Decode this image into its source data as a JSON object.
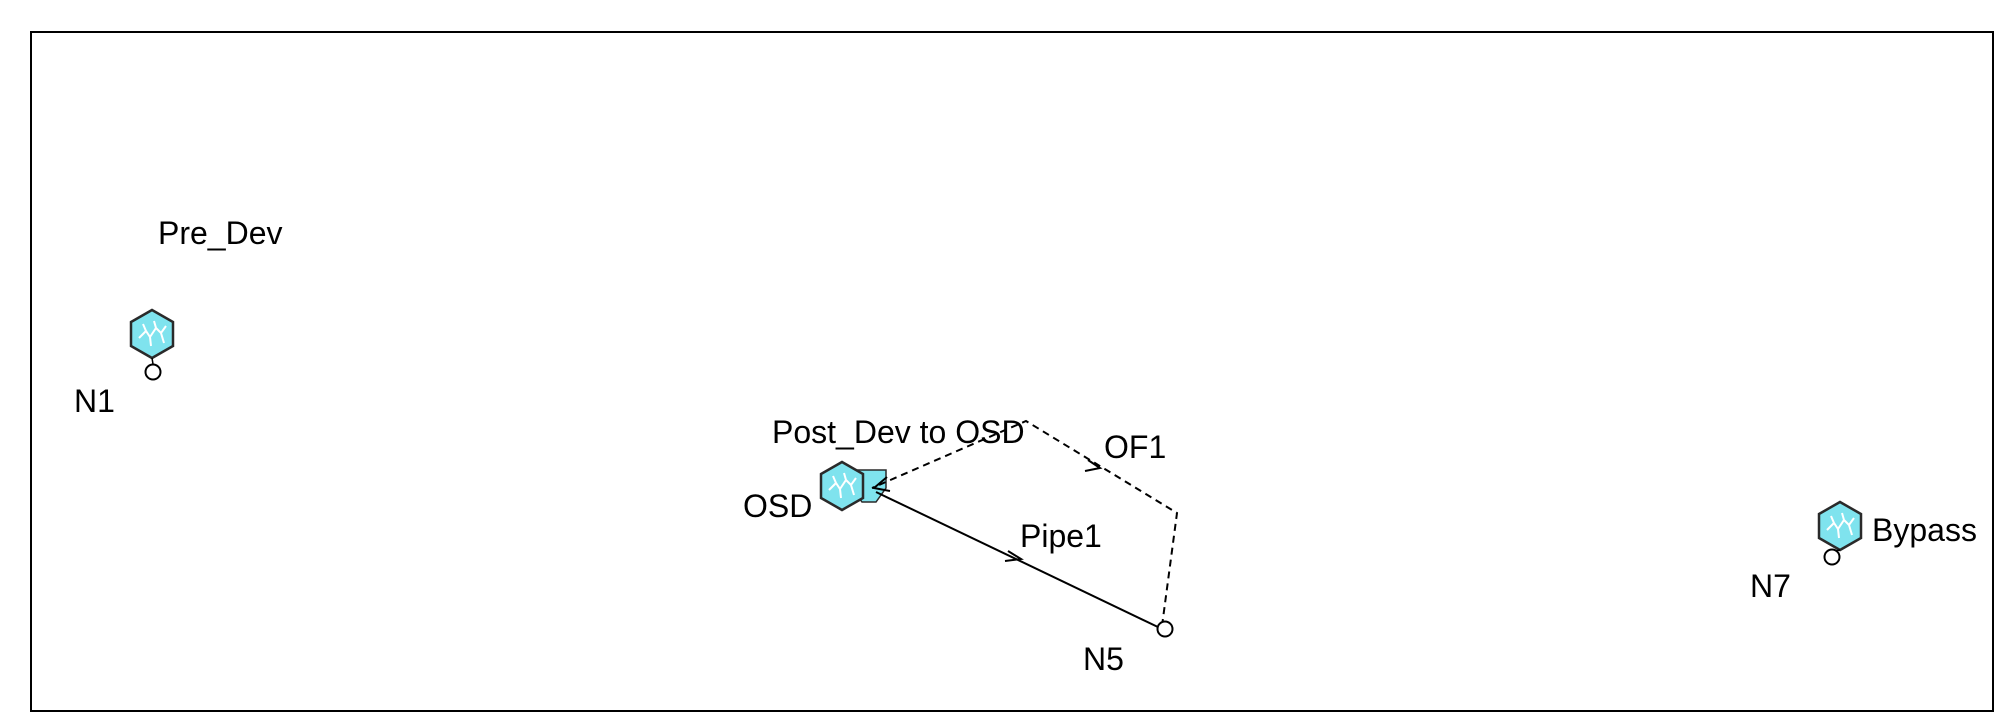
{
  "colors": {
    "background": "#ffffff",
    "border": "#000000",
    "line": "#000000",
    "subcatchment_fill": "#7fe3ee",
    "subcatchment_stroke": "#2a2a2a",
    "storage_fill": "#7fe3ee",
    "node_fill": "#ffffff"
  },
  "subcatchments": [
    {
      "name": "Pre_Dev",
      "icon": "subcatchment-icon"
    },
    {
      "name": "Post_Dev to  OSD",
      "icon": "subcatchment-icon"
    },
    {
      "name": "Bypass",
      "icon": "subcatchment-icon"
    }
  ],
  "storage_units": [
    {
      "name": "OSD",
      "icon": "storage-unit-icon"
    }
  ],
  "junctions": [
    {
      "name": "N1",
      "icon": "junction-node-icon"
    },
    {
      "name": "N5",
      "icon": "junction-node-icon"
    },
    {
      "name": "N7",
      "icon": "junction-node-icon"
    }
  ],
  "links": [
    {
      "name": "Pipe1",
      "type": "conduit",
      "from": "OSD",
      "to": "N5"
    },
    {
      "name": "OF1",
      "type": "outfall-link",
      "from": "N5",
      "to": "OSD"
    }
  ]
}
